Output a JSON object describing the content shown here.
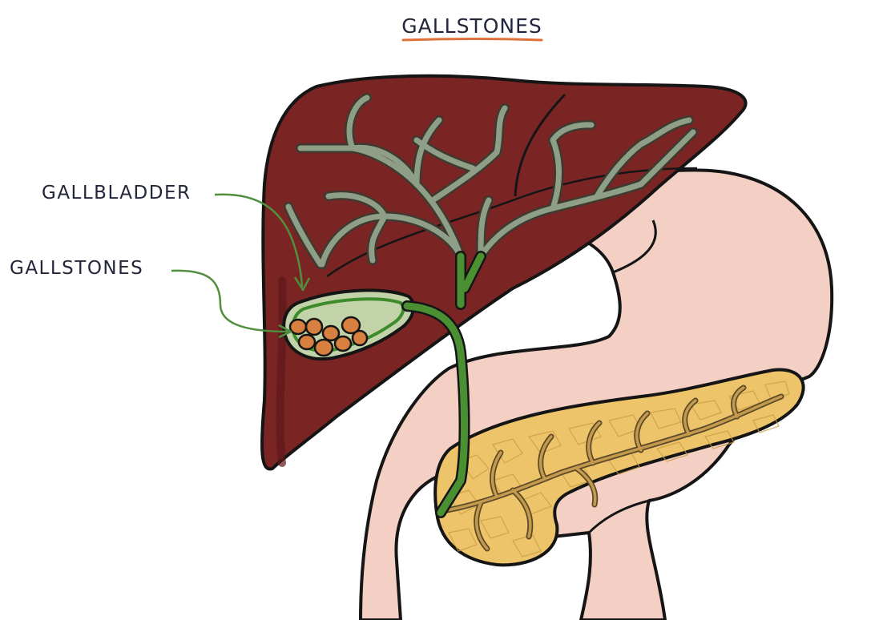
{
  "title": "GALLSTONES",
  "labels": {
    "gallbladder": "GALLBLADDER",
    "gallstones": "GALLSTONES"
  },
  "colors": {
    "liver": "#7b2424",
    "liver_dark": "#5e1a1a",
    "bile_ducts": "#8f9e86",
    "gallbladder_fill": "#c2d3aa",
    "gallbladder_rim": "#3e8b2b",
    "stones": "#d8803f",
    "duodenum": "#f3cfc4",
    "pancreas": "#edc46a",
    "pancreatic_duct": "#c69a4c",
    "pointer": "#4f8f3d",
    "title_underline": "#e0703a",
    "outline": "#151515"
  }
}
